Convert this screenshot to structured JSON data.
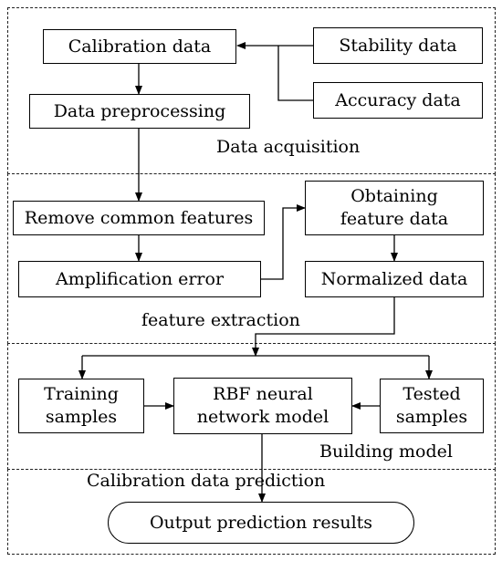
{
  "sections": {
    "acquisition": "Data acquisition",
    "extraction": "feature extraction",
    "building": "Building model",
    "prediction": "Calibration data prediction"
  },
  "nodes": {
    "calibration_data": "Calibration data",
    "stability_data": "Stability data",
    "accuracy_data": "Accuracy data",
    "data_preprocessing": "Data preprocessing",
    "remove_common_features": "Remove common features",
    "obtaining_feature_data": "Obtaining\nfeature data",
    "amplification_error": "Amplification error",
    "normalized_data": "Normalized data",
    "training_samples": "Training\nsamples",
    "rbf_model": "RBF neural\nnetwork model",
    "tested_samples": "Tested\nsamples",
    "output_results": "Output prediction results"
  }
}
